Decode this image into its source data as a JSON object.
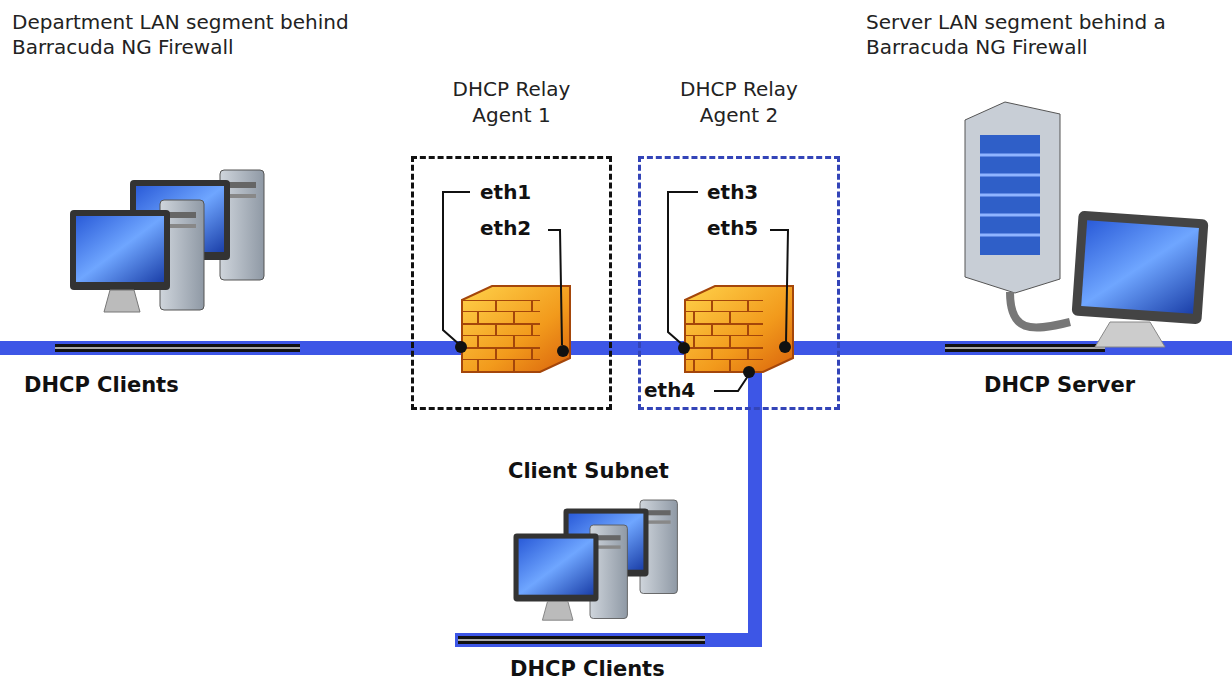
{
  "diagram": {
    "nodes": [
      {
        "text": [
          "DHCP Relay Agent 1",
          "eth1",
          "eth2"
        ]
      },
      {
        "text": [
          "DHCP Relay Agent 2",
          "eth3",
          "eth5",
          "eth4"
        ]
      }
    ],
    "edges": [
      {
        "from": 0,
        "to": 1,
        "arrow": "none"
      }
    ],
    "labels": [
      "Department LAN segment behind Barracuda NG Firewall",
      "Server LAN segment behind a Barracuda NG Firewall",
      "DHCP Clients",
      "DHCP Server",
      "Client Subnet",
      "DHCP Clients"
    ]
  }
}
